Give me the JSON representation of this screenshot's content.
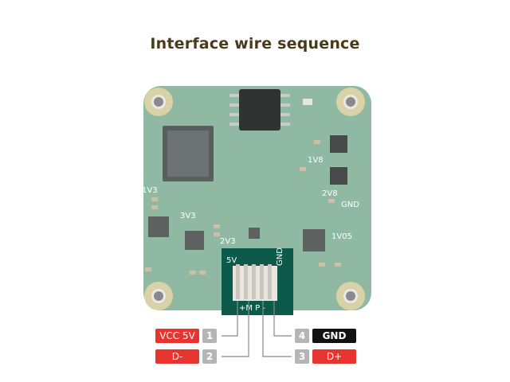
{
  "title": "Interface wire sequence",
  "board": {
    "silkscreen": [
      "1V8",
      "1V3",
      "3V3",
      "2V8",
      "GND",
      "1V05",
      "2V3",
      "5V",
      "GND",
      "+M P -"
    ]
  },
  "pins": [
    {
      "number": "1",
      "label": "VCC 5V",
      "color": "#e8342f"
    },
    {
      "number": "2",
      "label": "D-",
      "color": "#e8342f"
    },
    {
      "number": "3",
      "label": "D+",
      "color": "#e8342f"
    },
    {
      "number": "4",
      "label": "GND",
      "color": "#111111"
    }
  ]
}
